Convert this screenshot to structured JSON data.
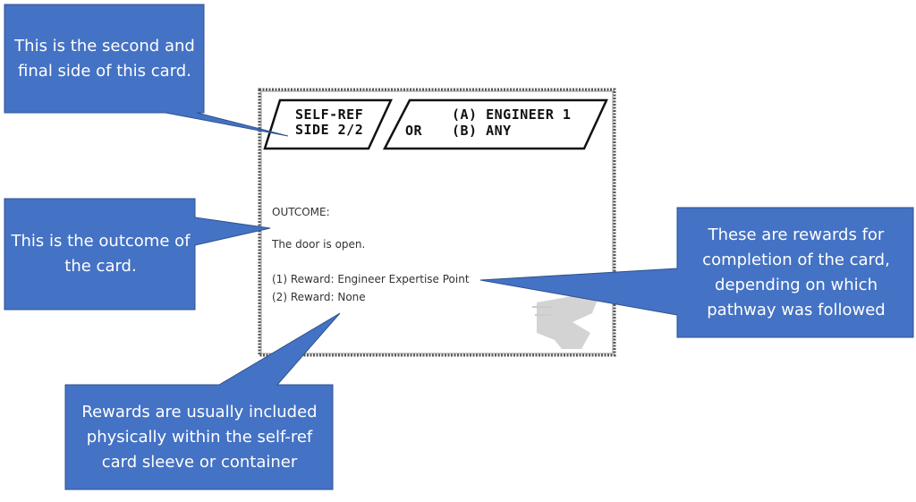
{
  "card": {
    "tag_title": [
      "SELF-REF",
      "SIDE 2/2"
    ],
    "requirement": {
      "a": "(A) ENGINEER 1",
      "or": "OR",
      "b": "(B) ANY"
    },
    "outcome_label": "OUTCOME:",
    "outcome_text": "The door is open.",
    "reward_1": "(1) Reward: Engineer Expertise Point",
    "reward_2": "(2) Reward: None"
  },
  "callouts": {
    "side": "This is the second and final side of this card.",
    "outcome": "This is the outcome of the card.",
    "rewards": "These are rewards for completion of the card, depending on which pathway was followed",
    "physical": "Rewards are usually included physically within the self-ref card sleeve or container"
  },
  "colors": {
    "callout_fill": "#4472C4",
    "callout_border": "#2F528F"
  }
}
